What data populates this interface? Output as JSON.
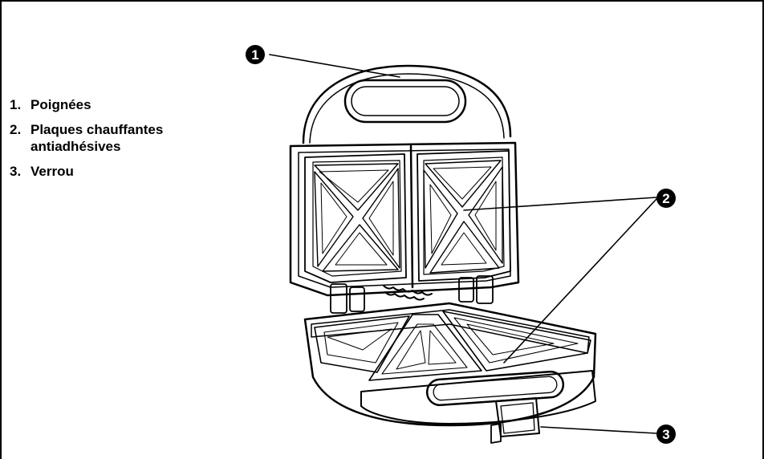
{
  "legend": {
    "items": [
      {
        "num": "1.",
        "text": "Poignées"
      },
      {
        "num": "2.",
        "text": "Plaques chauffantes antiadhésives"
      },
      {
        "num": "3.",
        "text": "Verrou"
      }
    ]
  },
  "callouts": [
    "1",
    "2",
    "3"
  ]
}
